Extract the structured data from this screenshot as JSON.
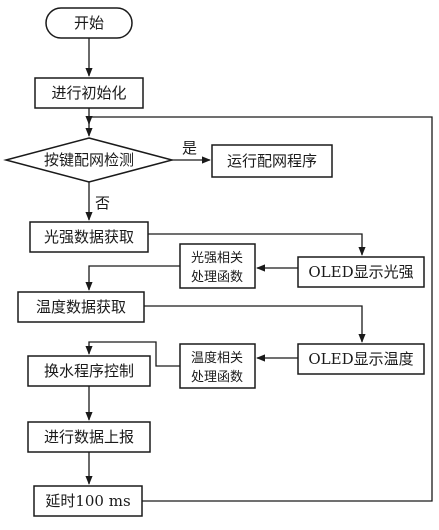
{
  "nodes": {
    "start": "开始",
    "init": "进行初始化",
    "keycheck": "按键配网检测",
    "netconfig": "运行配网程序",
    "light_get": "光强数据获取",
    "oled_light": "OLED显示光强",
    "light_proc_1": "光强相关",
    "light_proc_2": "处理函数",
    "temp_get": "温度数据获取",
    "oled_temp": "OLED显示温度",
    "temp_proc_1": "温度相关",
    "temp_proc_2": "处理函数",
    "water": "换水程序控制",
    "report": "进行数据上报",
    "delay": "延时100 ms"
  },
  "edges": {
    "yes": "是",
    "no": "否"
  }
}
